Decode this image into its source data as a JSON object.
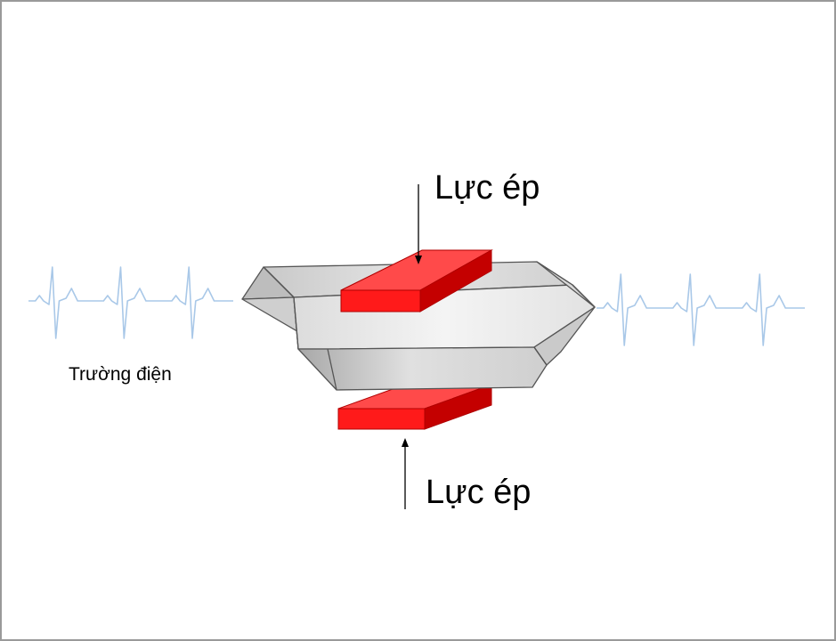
{
  "labels": {
    "force_top": "Lực ép",
    "force_bottom": "Lực ép",
    "electric_field": "Trường điện"
  },
  "colors": {
    "electrode": "#ff1a1a",
    "electrode_edge": "#b00000",
    "crystal_light": "#eeeeee",
    "crystal_mid": "#d6d6d6",
    "crystal_dark": "#b5b5b5",
    "crystal_edge": "#555555",
    "waveform": "#a9c8e8",
    "frame": "#9a9a9a",
    "text": "#000000"
  },
  "icons": {
    "crystal": "quartz-crystal-icon",
    "electrode": "electrode-plate-icon",
    "arrow": "arrow-icon",
    "waveform": "waveform-signal-icon"
  }
}
